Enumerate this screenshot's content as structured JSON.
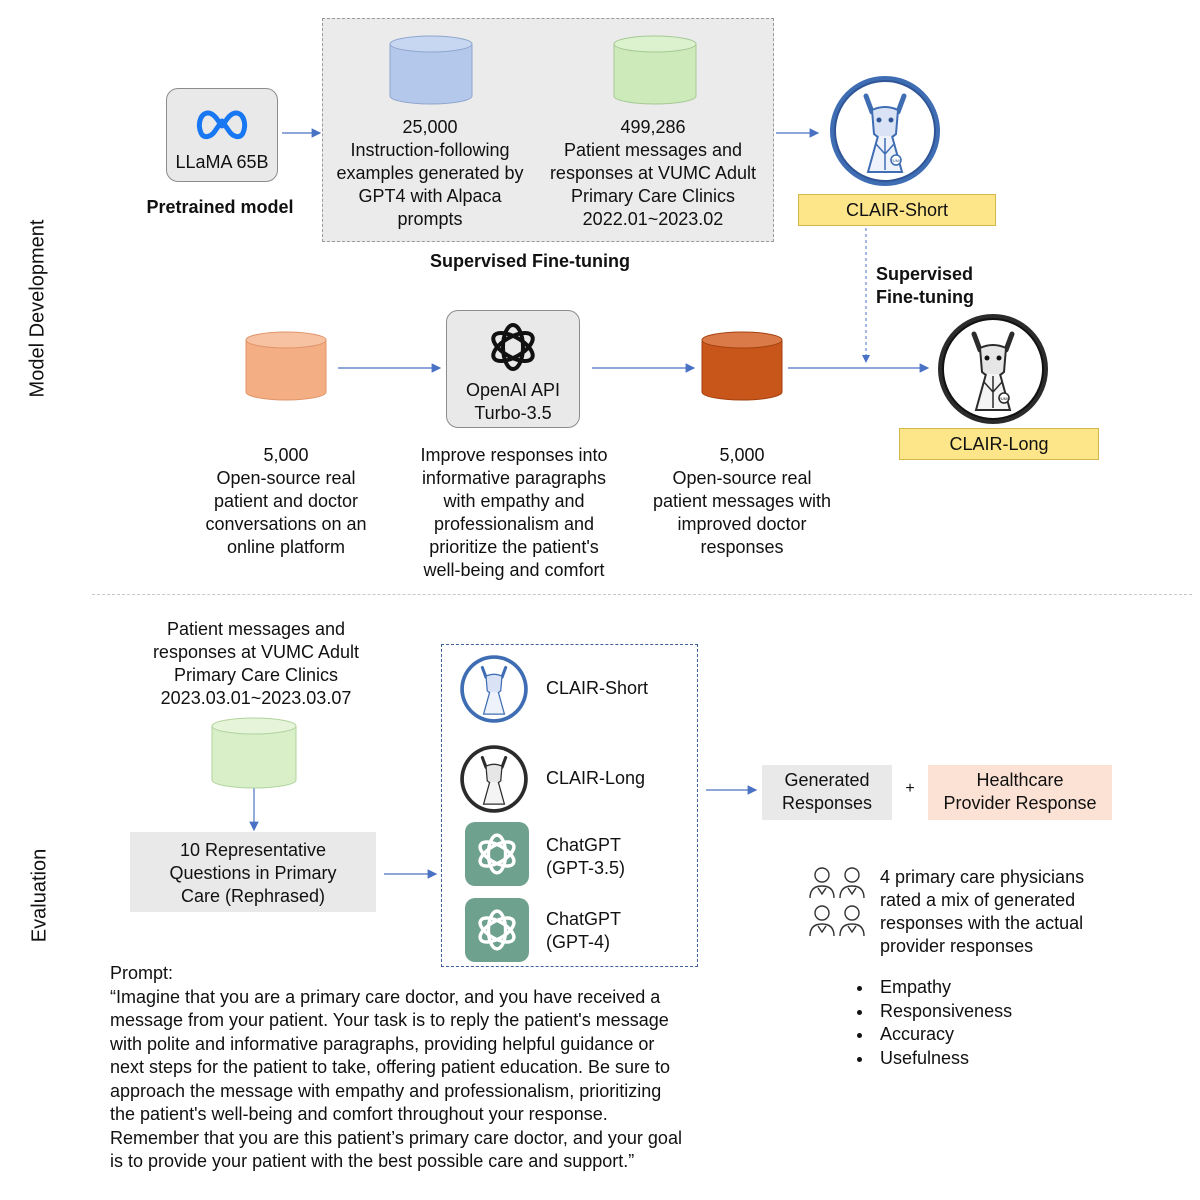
{
  "sections": {
    "development": "Model  Development",
    "evaluation": "Evaluation"
  },
  "pretrained": {
    "model_name": "LLaMA 65B",
    "caption": "Pretrained model"
  },
  "sft_top": {
    "label": "Supervised Fine-tuning",
    "dataset1": [
      "25,000",
      "Instruction-following",
      "examples generated by",
      "GPT4 with Alpaca",
      "prompts"
    ],
    "dataset2": [
      "499,286",
      "Patient messages and",
      "responses at VUMC Adult",
      "Primary Care Clinics",
      "2022.01~2023.02"
    ]
  },
  "clair_short": {
    "label": "CLAIR-Short",
    "badge": "VUMC"
  },
  "clair_long": {
    "label": "CLAIR-Long",
    "badge": "VUMC"
  },
  "sft_right": [
    "Supervised",
    "Fine-tuning"
  ],
  "openai": {
    "line1": "OpenAI API",
    "line2": "Turbo-3.5"
  },
  "dataset_orange": [
    "5,000",
    "Open-source real",
    "patient and doctor",
    "conversations on an",
    "online platform"
  ],
  "improve_text": [
    "Improve responses into",
    "informative paragraphs",
    "with empathy and",
    "professionalism and",
    "prioritize the patient's",
    "well-being and comfort"
  ],
  "dataset_dark": [
    "5,000",
    "Open-source real",
    "patient messages with",
    "improved doctor",
    "responses"
  ],
  "eval": {
    "source": [
      "Patient messages and",
      "responses at VUMC Adult",
      "Primary Care Clinics",
      "2023.03.01~2023.03.07"
    ],
    "questions": [
      "10 Representative",
      "Questions in Primary",
      "Care (Rephrased)"
    ],
    "models": [
      {
        "label": "CLAIR-Short"
      },
      {
        "label": "CLAIR-Long"
      },
      {
        "label1": "ChatGPT",
        "label2": "(GPT-3.5)"
      },
      {
        "label1": "ChatGPT",
        "label2": "(GPT-4)"
      }
    ],
    "generated": [
      "Generated",
      "Responses"
    ],
    "plus": "+",
    "provider": [
      "Healthcare",
      "Provider Response"
    ],
    "physicians": [
      "4 primary care physicians",
      "rated a mix of generated",
      "responses with the actual",
      "provider responses"
    ],
    "criteria": [
      "Empathy",
      "Responsiveness",
      "Accuracy",
      "Usefulness"
    ]
  },
  "prompt": {
    "title": "Prompt:",
    "lines": [
      "“Imagine that you are a primary care doctor, and you have received a",
      "message from your patient. Your task is to reply the patient's message",
      "with polite and informative paragraphs, providing helpful guidance or",
      "next steps for the patient to take, offering patient education. Be sure to",
      "approach the message with empathy and professionalism, prioritizing",
      "the patient's well-being and comfort throughout your response.",
      "Remember that you are this patient’s primary care doctor, and your goal",
      "is to provide your patient with the best possible care and support.”"
    ]
  },
  "colors": {
    "cyl_blue": "#b4c8ec",
    "cyl_green": "#cdeabb",
    "cyl_peach": "#f4ae84",
    "cyl_orange": "#c8551a",
    "cyl_eval_green": "#d8efc8",
    "meta_blue": "#1877f2",
    "clair_blue": "#3f6db3",
    "clair_dark": "#2b2b2b",
    "gpt_green": "#6fa18f",
    "label_yellow": "#fde58a",
    "arrow": "#4a72c4"
  }
}
